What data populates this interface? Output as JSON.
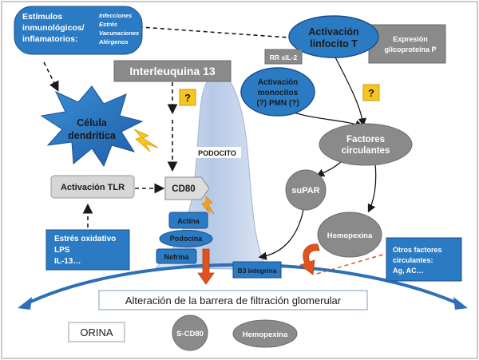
{
  "stimuli": {
    "line1": "Estímulos",
    "line2": "inmunológicos/",
    "line3": "inflamatorios:",
    "examples": [
      "Infecciones",
      "Estrés",
      "Vacunaciones",
      "Alérgenos"
    ]
  },
  "interleuquina": "Interleuquina 13",
  "question_mark": "?",
  "celula": {
    "line1": "Célula",
    "line2": "dendrítica"
  },
  "activacion_tlr": "Activación TLR",
  "cd80": "CD80",
  "podocito": "PODOCITO",
  "actina": "Actina",
  "podocina": "Podocina",
  "nefrina": "Nefrina",
  "b3_integrina": "B3 integrina",
  "estres_box": {
    "line1": "Estrés oxidativo",
    "line2": "LPS",
    "line3": "IL-13…"
  },
  "activacion_linfocito": {
    "line1": "Activación",
    "line2": "linfocito T"
  },
  "rr_sil2": "RR sIL-2",
  "expresion_box": {
    "line1": "Expresión",
    "line2": "glicoproteína P"
  },
  "activacion_monocitos": {
    "line1": "Activación",
    "line2": "monocitos",
    "line3": "(?)  PMN (?)"
  },
  "factores_circulantes": {
    "line1": "Factores",
    "line2": "circulantes"
  },
  "supar": "suPAR",
  "hemopexina": "Hemopexina",
  "otros_factores": {
    "line1": "Otros factores",
    "line2": "circulantes:",
    "line3": "Ag, AC…"
  },
  "alteracion_barrera": "Alteración de la barrera de filtración glomerular",
  "orina": "ORINA",
  "s_cd80": "S-CD80",
  "hemopexina_orina": "Hemopexina",
  "colors": {
    "blue": "#2a7bc4",
    "navy": "#1f4e8c",
    "gray": "#8a8a8a",
    "podocyte": "#c9d8ee",
    "yellow": "#f7c520",
    "orange": "#e0531f"
  }
}
